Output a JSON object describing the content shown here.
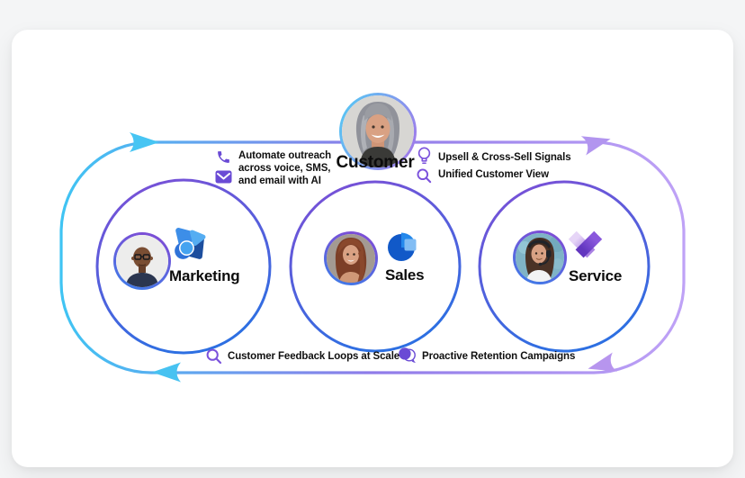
{
  "colors": {
    "loop_gradient_start": "#3FC4F3",
    "loop_gradient_end": "#BFA2F6",
    "circle_gradient_start": "#7C4FD6",
    "circle_gradient_end": "#2D6FE2",
    "annotation_icon_purple": "#6A4BD5",
    "text_color": "#111111"
  },
  "customer": {
    "label": "Customer"
  },
  "nodes": [
    {
      "id": "marketing",
      "label": "Marketing",
      "icon": "dynamics-marketing-icon"
    },
    {
      "id": "sales",
      "label": "Sales",
      "icon": "dynamics-sales-icon"
    },
    {
      "id": "service",
      "label": "Service",
      "icon": "dynamics-service-icon"
    }
  ],
  "annotations": {
    "automate_outreach": {
      "icons": [
        "phone-icon",
        "envelope-icon"
      ],
      "lines": [
        "Automate outreach",
        "across voice, SMS,",
        "and email with AI"
      ]
    },
    "upsell": {
      "icon": "lightbulb-icon",
      "text": "Upsell & Cross-Sell Signals"
    },
    "unified_view": {
      "icon": "magnifier-icon",
      "text": "Unified Customer View"
    },
    "feedback": {
      "icon": "magnifier-icon",
      "text": "Customer Feedback Loops at Scale"
    },
    "retention": {
      "icon": "chat-bubble-icon",
      "text": "Proactive Retention Campaigns"
    }
  }
}
